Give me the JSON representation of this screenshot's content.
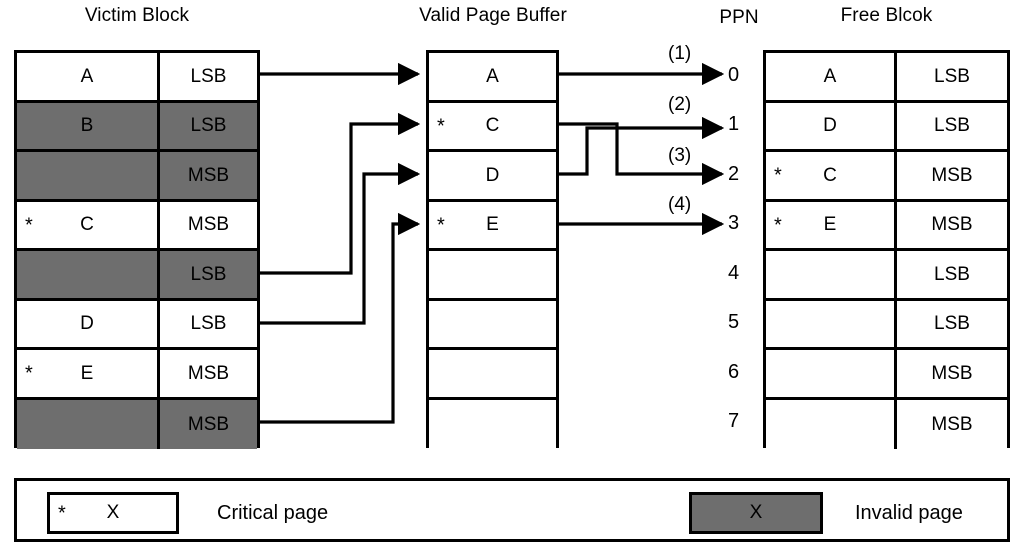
{
  "figure": {
    "title_victim": "Victim Block",
    "title_buffer": "Valid Page Buffer",
    "title_ppn": "PPN",
    "title_free": "Free Blcok"
  },
  "victim_block": {
    "rows": [
      {
        "page": "A",
        "bit": "LSB",
        "critical": false,
        "invalid": false
      },
      {
        "page": "B",
        "bit": "LSB",
        "critical": false,
        "invalid": true
      },
      {
        "page": "",
        "bit": "MSB",
        "critical": false,
        "invalid": true
      },
      {
        "page": "C",
        "bit": "MSB",
        "critical": true,
        "invalid": false
      },
      {
        "page": "",
        "bit": "LSB",
        "critical": false,
        "invalid": true
      },
      {
        "page": "D",
        "bit": "LSB",
        "critical": false,
        "invalid": false
      },
      {
        "page": "E",
        "bit": "MSB",
        "critical": true,
        "invalid": false
      },
      {
        "page": "",
        "bit": "MSB",
        "critical": false,
        "invalid": true
      }
    ]
  },
  "valid_page_buffer": {
    "rows": [
      {
        "page": "A",
        "critical": false
      },
      {
        "page": "C",
        "critical": true
      },
      {
        "page": "D",
        "critical": false
      },
      {
        "page": "E",
        "critical": true
      },
      {
        "page": "",
        "critical": false
      },
      {
        "page": "",
        "critical": false
      },
      {
        "page": "",
        "critical": false
      },
      {
        "page": "",
        "critical": false
      }
    ]
  },
  "ppn": {
    "numbers": [
      "0",
      "1",
      "2",
      "3",
      "4",
      "5",
      "6",
      "7"
    ]
  },
  "steps": {
    "labels": [
      "(1)",
      "(2)",
      "(3)",
      "(4)"
    ]
  },
  "free_block": {
    "rows": [
      {
        "page": "A",
        "bit": "LSB",
        "critical": false
      },
      {
        "page": "D",
        "bit": "LSB",
        "critical": false
      },
      {
        "page": "C",
        "bit": "MSB",
        "critical": true
      },
      {
        "page": "E",
        "bit": "MSB",
        "critical": true
      },
      {
        "page": "",
        "bit": "LSB",
        "critical": false
      },
      {
        "page": "",
        "bit": "LSB",
        "critical": false
      },
      {
        "page": "",
        "bit": "MSB",
        "critical": false
      },
      {
        "page": "",
        "bit": "MSB",
        "critical": false
      }
    ]
  },
  "legend": {
    "critical_symbol": "*",
    "critical_page_label": "X",
    "critical_text": "Critical page",
    "invalid_page_label": "X",
    "invalid_text": "Invalid page"
  },
  "colors": {
    "invalid_fill": "#6e6e6e",
    "valid_fill": "#ffffff",
    "stroke": "#000000",
    "background": "#ffffff"
  }
}
